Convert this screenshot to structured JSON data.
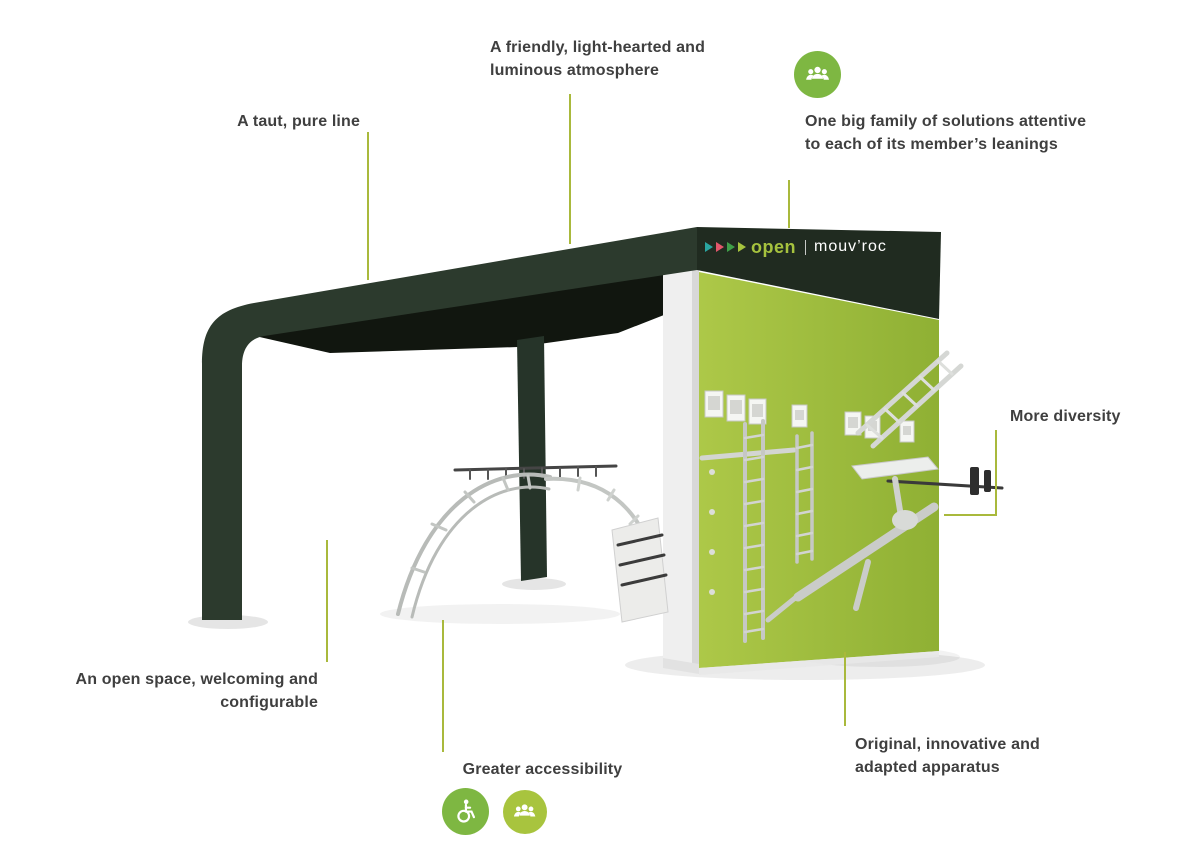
{
  "colors": {
    "roof": "#2c3a2d",
    "roof_side": "#202b20",
    "wall": "#a6c23e",
    "wall_shade": "#8fb034",
    "callout": "#a9b93c",
    "text": "#3f3f3f",
    "icon_green": "#7eb742",
    "icon_lime": "#a8c43e",
    "logo_lime": "#a6c23e"
  },
  "logo": {
    "brand": "open",
    "suffix": "mouv’roc",
    "arrow_colors": [
      "#2aa5a0",
      "#e2566b",
      "#3f9f49",
      "#a6c43e"
    ]
  },
  "annotations": {
    "atmosphere": "A friendly, light-hearted and luminous atmosphere",
    "taut_line": "A taut, pure line",
    "family": "One big family of solutions attentive to each of its member’s leanings",
    "diversity": "More diversity",
    "open_space": "An open space, welcoming and configurable",
    "accessibility": "Greater accessibility",
    "apparatus": "Original, innovative and adapted apparatus"
  },
  "icons": {
    "family": "people-group-icon",
    "wheelchair": "wheelchair-icon",
    "community": "people-group-icon"
  }
}
